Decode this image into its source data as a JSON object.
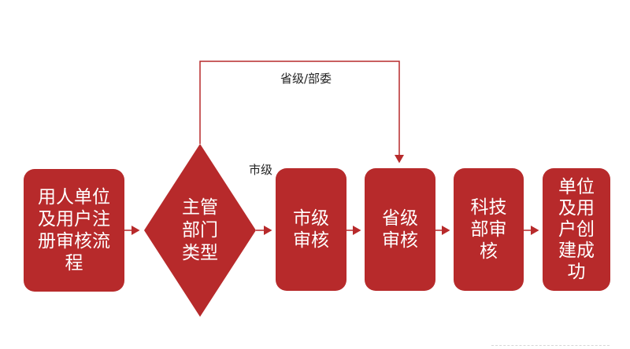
{
  "colors": {
    "node": "#b72a2b",
    "line": "#b72a2b"
  },
  "nodes": {
    "start": "用人单位\n及用户注\n册审核流\n程",
    "decision": "主管\n部门\n类型",
    "city": "市级\n审核",
    "province": "省级\n审核",
    "ministry": "科技\n部审\n核",
    "end": "单位\n及用\n户创\n建成\n功"
  },
  "edges": {
    "city_label": "市级",
    "province_label": "省级/部委"
  }
}
